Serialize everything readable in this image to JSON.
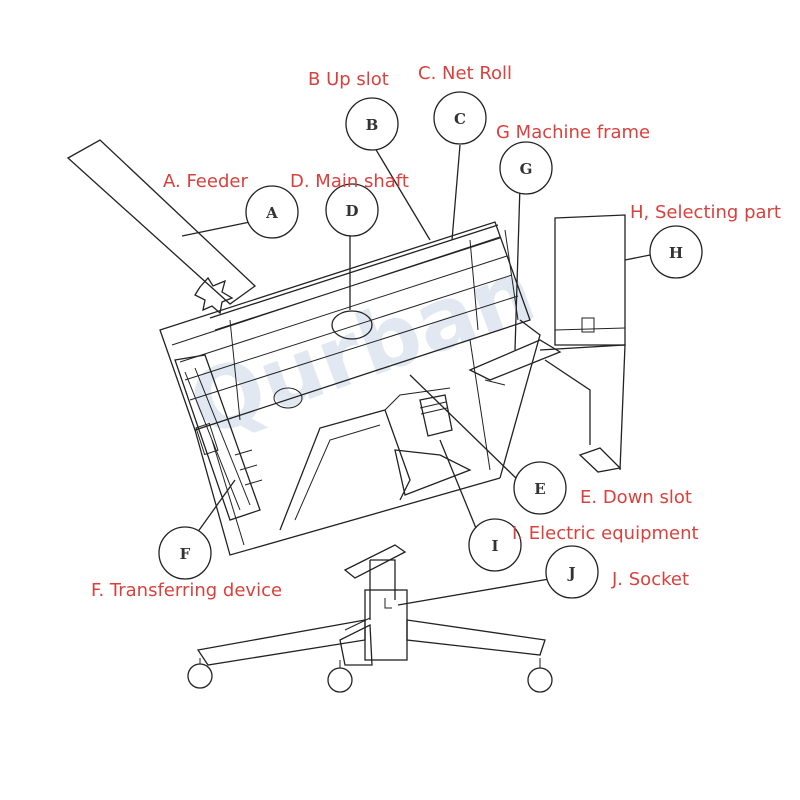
{
  "labels": {
    "a": "A. Feeder",
    "b": "B  Up slot",
    "c": "C. Net Roll",
    "d": "D. Main shaft",
    "e": "E. Down slot",
    "f": "F.  Transferring device",
    "g": "G Machine frame",
    "h": "H, Selecting part",
    "i": "I. Electric equipment",
    "j": "J. Socket"
  },
  "markers": {
    "a": "A",
    "b": "B",
    "c": "C",
    "d": "D",
    "e": "E",
    "f": "F",
    "g": "G",
    "h": "H",
    "i": "I",
    "j": "J"
  },
  "watermark": "Qurban",
  "colors": {
    "label_text": "#d9413d",
    "line_art": "#222222",
    "watermark": "#c9d6e8"
  }
}
